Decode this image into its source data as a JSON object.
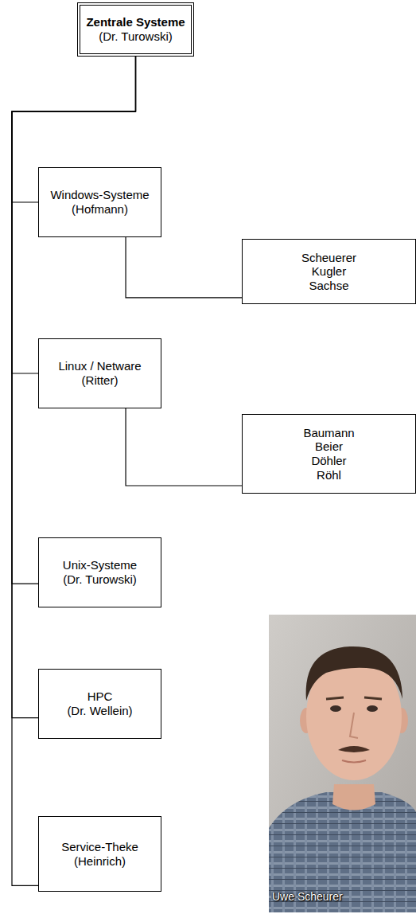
{
  "diagram": {
    "nodes": [
      {
        "text": [
          "Zentrale Systeme",
          "(Dr. Turowski)"
        ]
      },
      {
        "text": [
          "Windows-Systeme",
          "(Hofmann)"
        ]
      },
      {
        "text": [
          "Scheuerer Kugler Sachse"
        ]
      },
      {
        "text": [
          "Linux / Netware",
          "(Ritter)"
        ]
      },
      {
        "text": [
          "Baumann Beier Döhler Röhl"
        ]
      },
      {
        "text": [
          "Unix-Systeme",
          "(Dr. Turowski)"
        ]
      },
      {
        "text": [
          "HPC",
          "(Dr. Wellein)"
        ]
      },
      {
        "text": [
          "Service-Theke",
          "(Heinrich)"
        ]
      }
    ],
    "edges": [
      {
        "from": 0,
        "to": 1,
        "arrow": "none"
      },
      {
        "from": 0,
        "to": 3,
        "arrow": "none"
      },
      {
        "from": 0,
        "to": 5,
        "arrow": "none"
      },
      {
        "from": 0,
        "to": 6,
        "arrow": "none"
      },
      {
        "from": 0,
        "to": 7,
        "arrow": "none"
      },
      {
        "from": 1,
        "to": 2,
        "arrow": "none"
      },
      {
        "from": 3,
        "to": 4,
        "arrow": "none"
      }
    ],
    "labels": [
      "Uwe Scheurer"
    ]
  }
}
